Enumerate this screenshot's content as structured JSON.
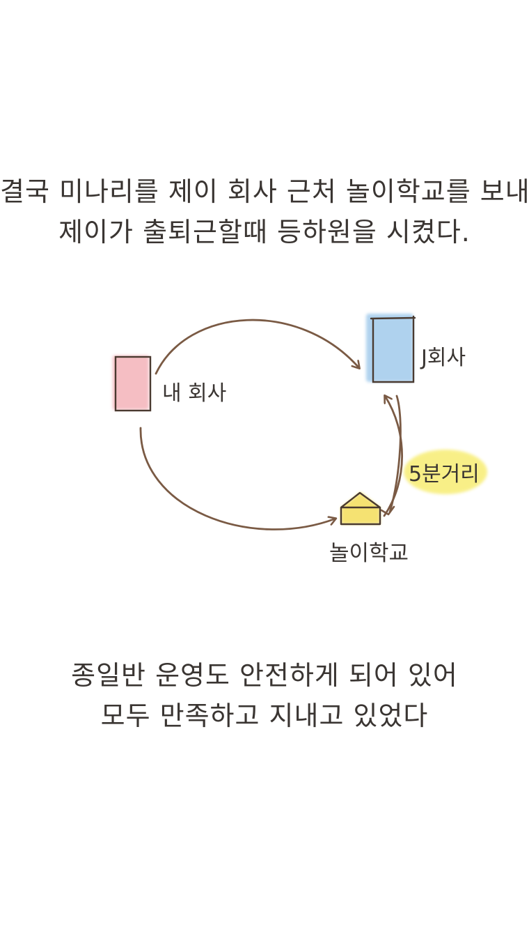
{
  "caption_top": {
    "line1": "결국 미나리를 제이 회사 근처 놀이학교를 보내고",
    "line2": "제이가 출퇴근할때 등하원을 시켰다."
  },
  "diagram": {
    "my_company": "내 회사",
    "j_company": "J회사",
    "play_school": "놀이학교",
    "distance_note": "5분거리",
    "colors": {
      "my_company": "#f2a9b0",
      "j_company": "#9cc7ea",
      "play_school": "#f4dd5a",
      "distance_highlight": "#f7ec6a",
      "arrow": "#7a5a44"
    }
  },
  "caption_bottom": {
    "line1": "종일반 운영도 안전하게 되어 있어",
    "line2": "모두 만족하고 지내고 있었다"
  }
}
